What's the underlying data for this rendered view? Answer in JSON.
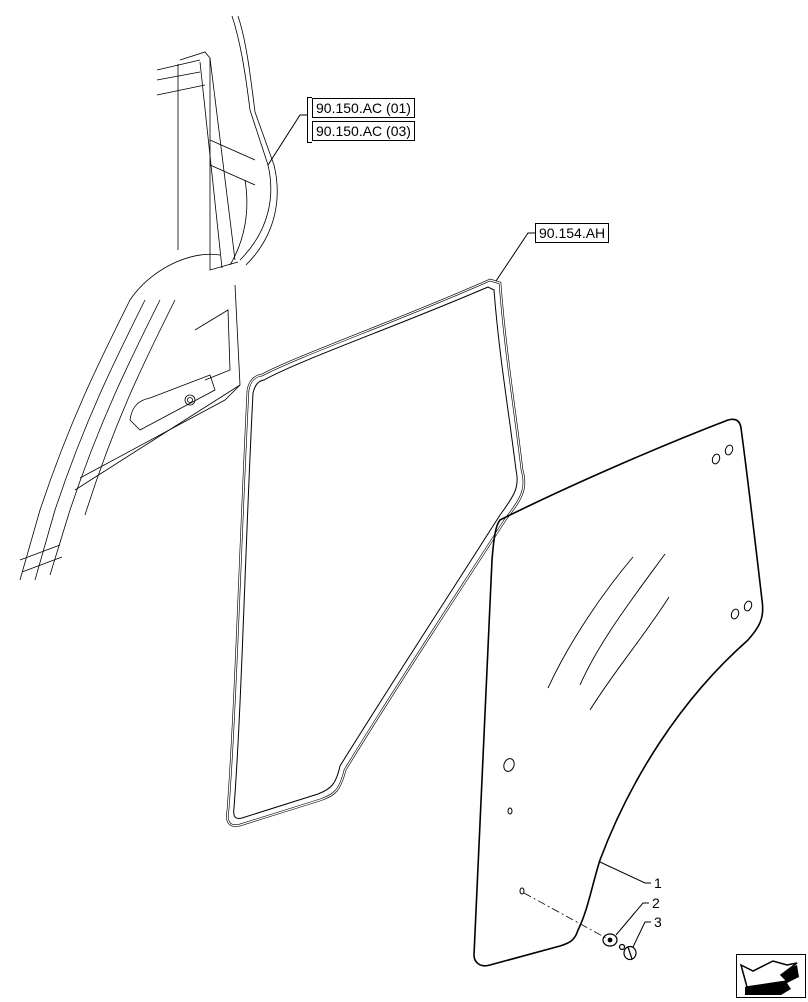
{
  "diagram": {
    "type": "exploded-parts-view",
    "subject": "Cab door glass panel and seal",
    "references": [
      {
        "id": "ref-90-150-ac-01",
        "label": "90.150.AC (01)"
      },
      {
        "id": "ref-90-150-ac-03",
        "label": "90.150.AC (03)"
      },
      {
        "id": "ref-90-154-ah",
        "label": "90.154.AH"
      }
    ],
    "callouts": [
      {
        "number": "1",
        "part": "door glass panel"
      },
      {
        "number": "2",
        "part": "washer"
      },
      {
        "number": "3",
        "part": "screw / fastener"
      }
    ],
    "nav_icon": "previous-page-arrow-icon",
    "colors": {
      "line": "#000000",
      "background": "#ffffff"
    }
  }
}
